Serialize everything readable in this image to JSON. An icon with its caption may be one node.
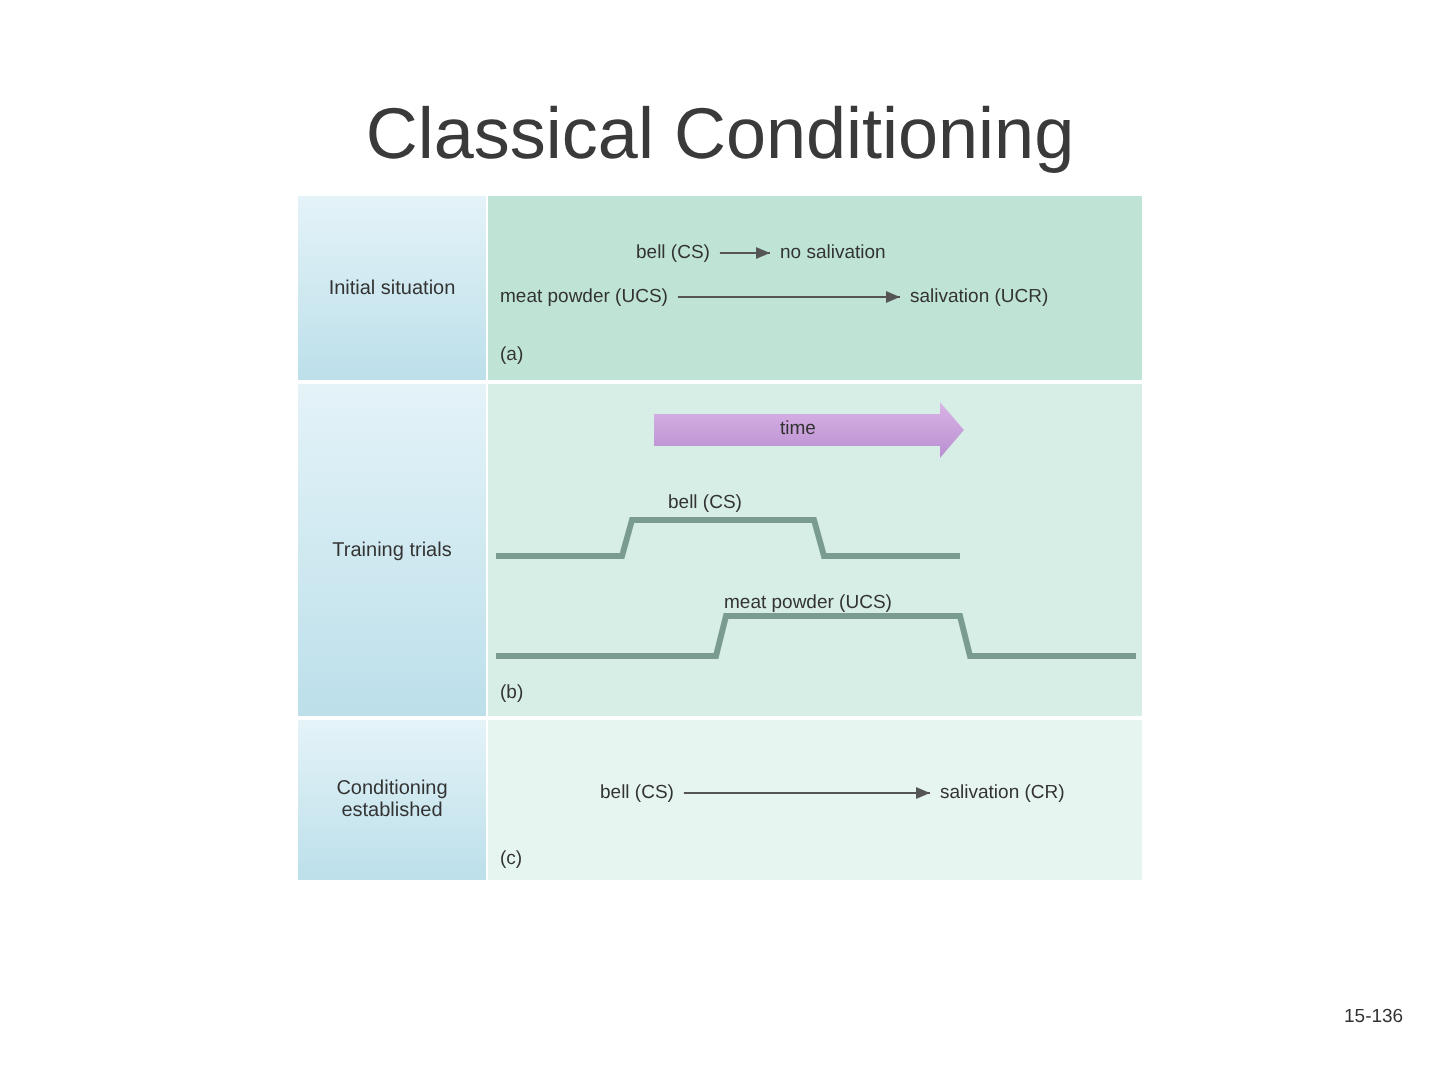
{
  "diagram": {
    "title": "Classical Conditioning",
    "nodes": [
      {
        "text": [
          "Initial situation"
        ]
      },
      {
        "text": [
          "bell (CS)"
        ]
      },
      {
        "text": [
          "no salivation"
        ]
      },
      {
        "text": [
          "meat powder (UCS)"
        ]
      },
      {
        "text": [
          "salivation (UCR)"
        ]
      },
      {
        "text": [
          "Training trials"
        ]
      },
      {
        "text": [
          "Conditioning established"
        ]
      },
      {
        "text": [
          "bell (CS)"
        ]
      },
      {
        "text": [
          "salivation (CR)"
        ]
      }
    ],
    "edges": [
      {
        "from": 1,
        "to": 2,
        "arrow": "to"
      },
      {
        "from": 3,
        "to": 4,
        "arrow": "to"
      },
      {
        "from": 7,
        "to": 8,
        "arrow": "to"
      }
    ],
    "labels": [
      "(a)",
      "time",
      "bell (CS)",
      "meat powder (UCS)",
      "(b)",
      "(c)",
      "15-136"
    ]
  }
}
